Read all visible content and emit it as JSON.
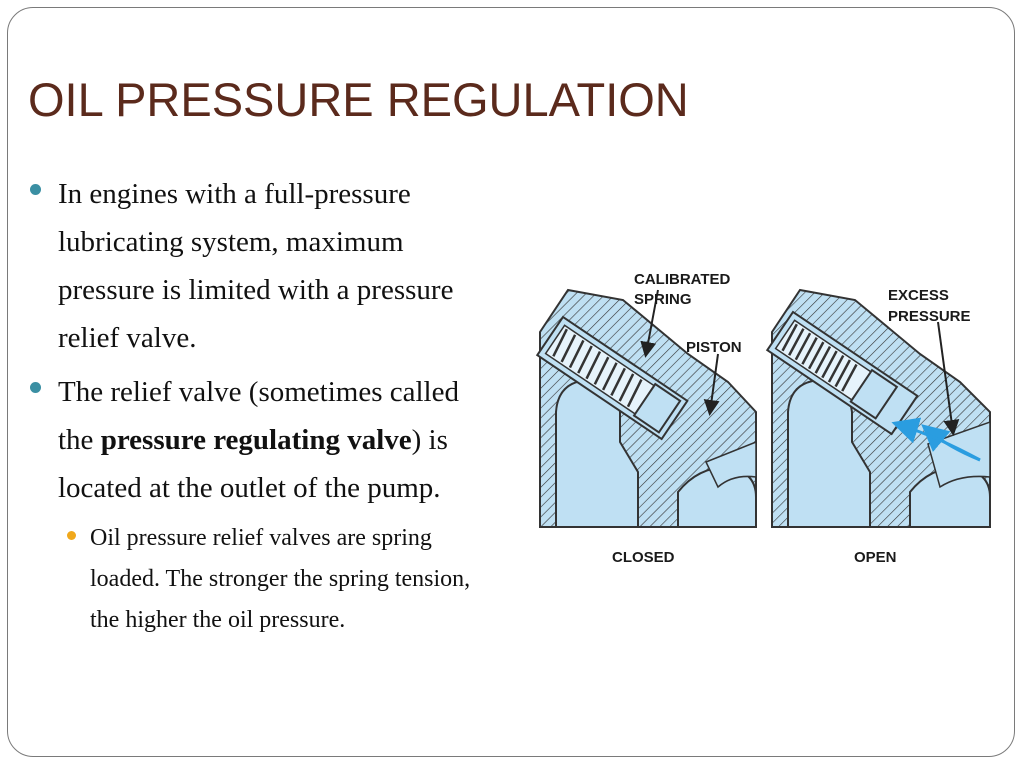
{
  "slide": {
    "title": "OIL PRESSURE REGULATION",
    "bullets": [
      {
        "text": "In engines with a full-pressure lubricating system, maximum pressure is limited with a pressure relief valve."
      },
      {
        "text_before": "The relief valve (sometimes called the ",
        "bold": "pressure regulating valve",
        "text_after": ") is located at the outlet of the pump."
      }
    ],
    "sub_bullets": [
      "Oil pressure relief valves are spring loaded. The stronger the spring tension, the higher the oil pressure."
    ]
  },
  "diagram": {
    "label_calibrated": "CALIBRATED",
    "label_spring": "SPRING",
    "label_piston": "PISTON",
    "label_excess": "EXCESS",
    "label_pressure": "PRESSURE",
    "label_closed": "CLOSED",
    "label_open": "OPEN"
  },
  "colors": {
    "title": "#5b2a1c",
    "bullet": "#3a8fa3",
    "sub_bullet": "#f0a81c",
    "valve_fill": "#bfe0f3",
    "flow_arrow": "#2a9de0"
  }
}
